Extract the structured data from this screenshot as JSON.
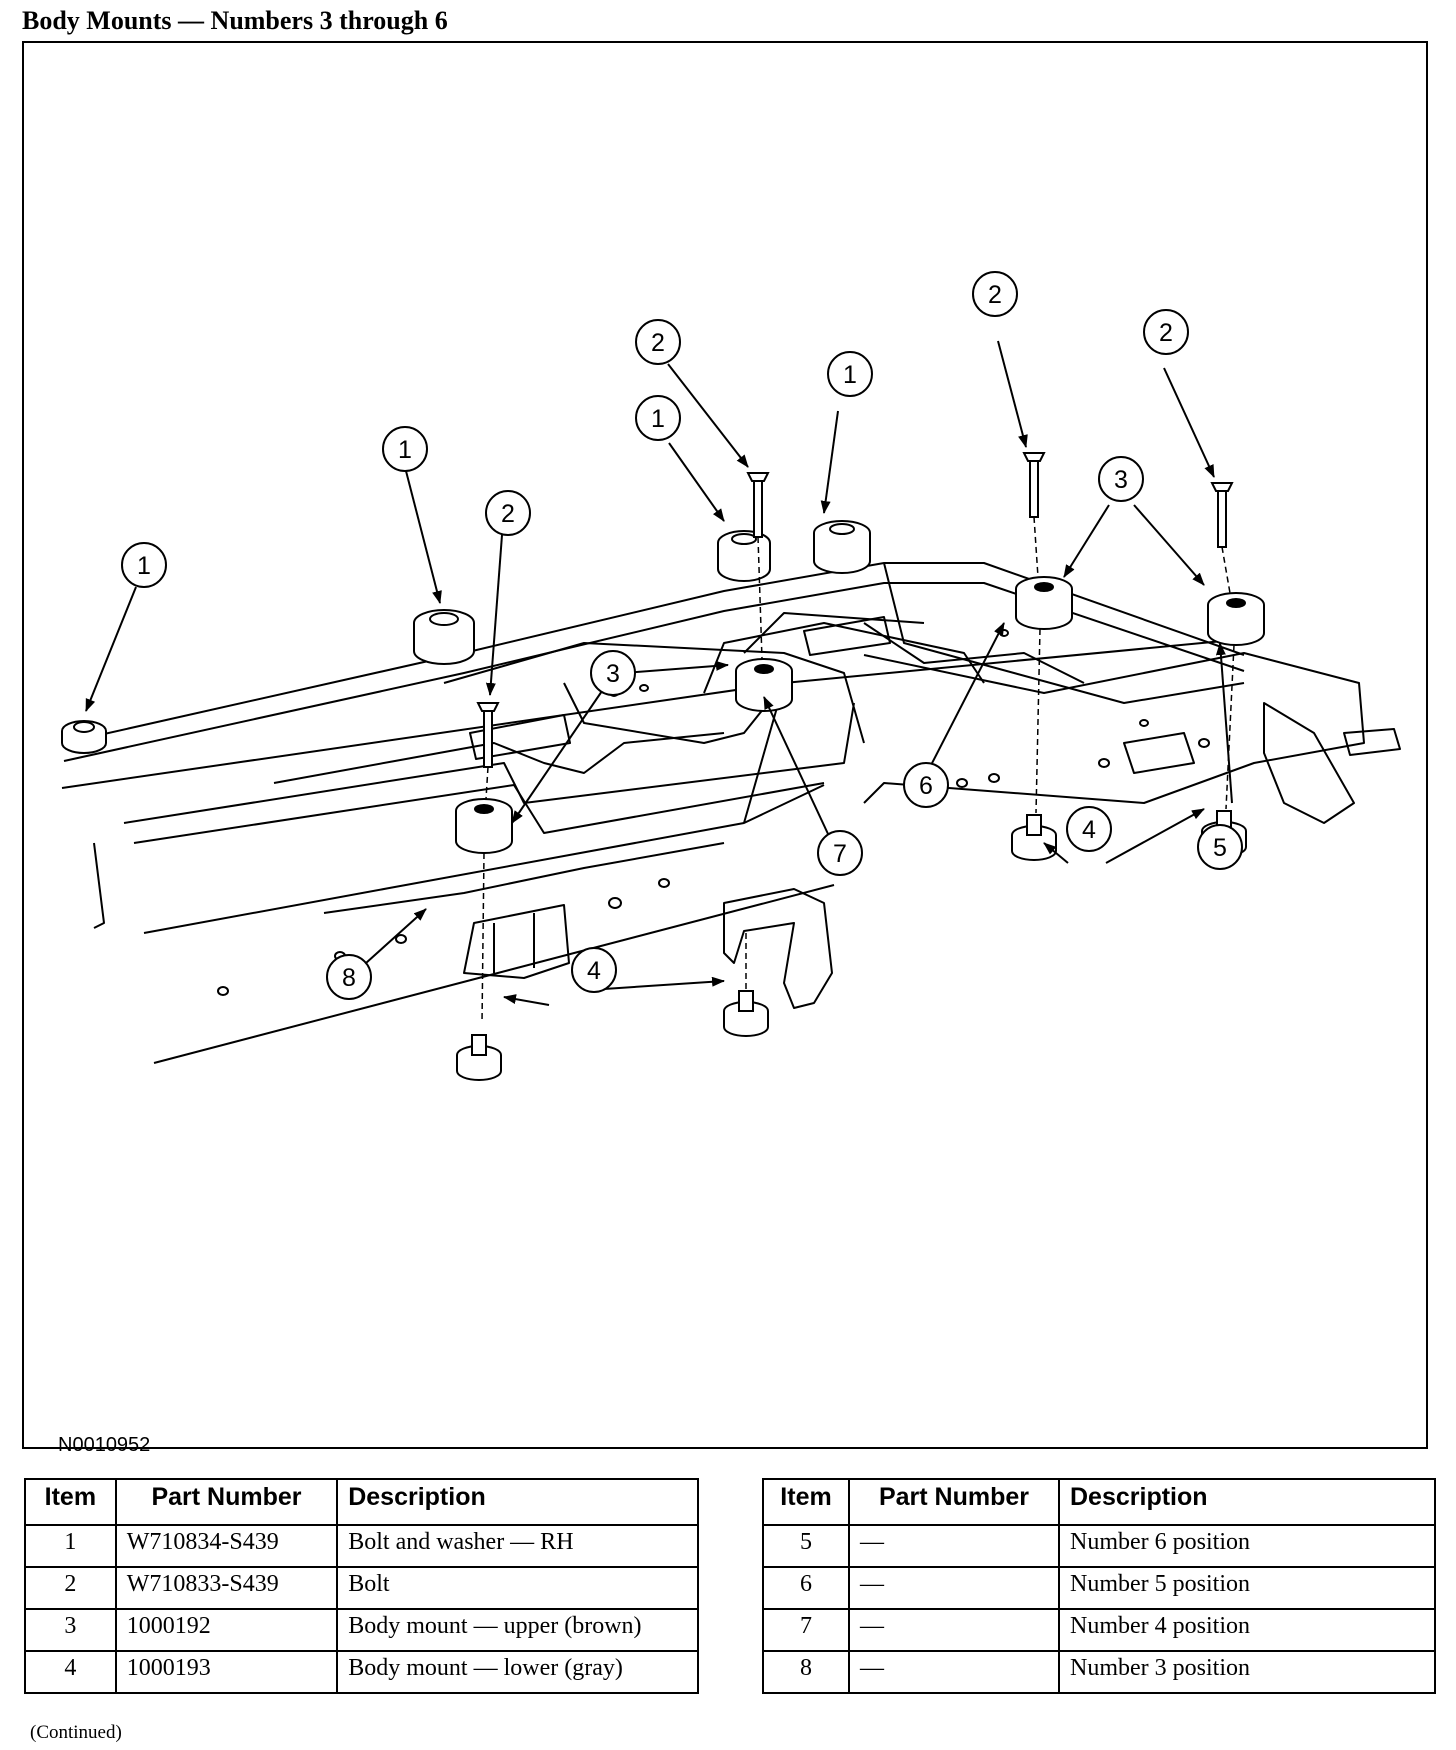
{
  "page": {
    "title": "Body Mounts — Numbers 3 through 6",
    "figure_id": "N0010952",
    "continued": "(Continued)"
  },
  "callouts": [
    "1",
    "2",
    "3",
    "4",
    "5",
    "6",
    "7",
    "8"
  ],
  "table_headers": {
    "item": "Item",
    "part_number": "Part Number",
    "description": "Description"
  },
  "parts_left": [
    {
      "item": "1",
      "part_number": "W710834-S439",
      "description": "Bolt and washer — RH"
    },
    {
      "item": "2",
      "part_number": "W710833-S439",
      "description": "Bolt"
    },
    {
      "item": "3",
      "part_number": "1000192",
      "description": "Body mount — upper (brown)"
    },
    {
      "item": "4",
      "part_number": "1000193",
      "description": "Body mount — lower (gray)"
    }
  ],
  "parts_right": [
    {
      "item": "5",
      "part_number": "—",
      "description": "Number 6 position"
    },
    {
      "item": "6",
      "part_number": "—",
      "description": "Number 5 position"
    },
    {
      "item": "7",
      "part_number": "—",
      "description": "Number 4 position"
    },
    {
      "item": "8",
      "part_number": "—",
      "description": "Number 3 position"
    }
  ]
}
